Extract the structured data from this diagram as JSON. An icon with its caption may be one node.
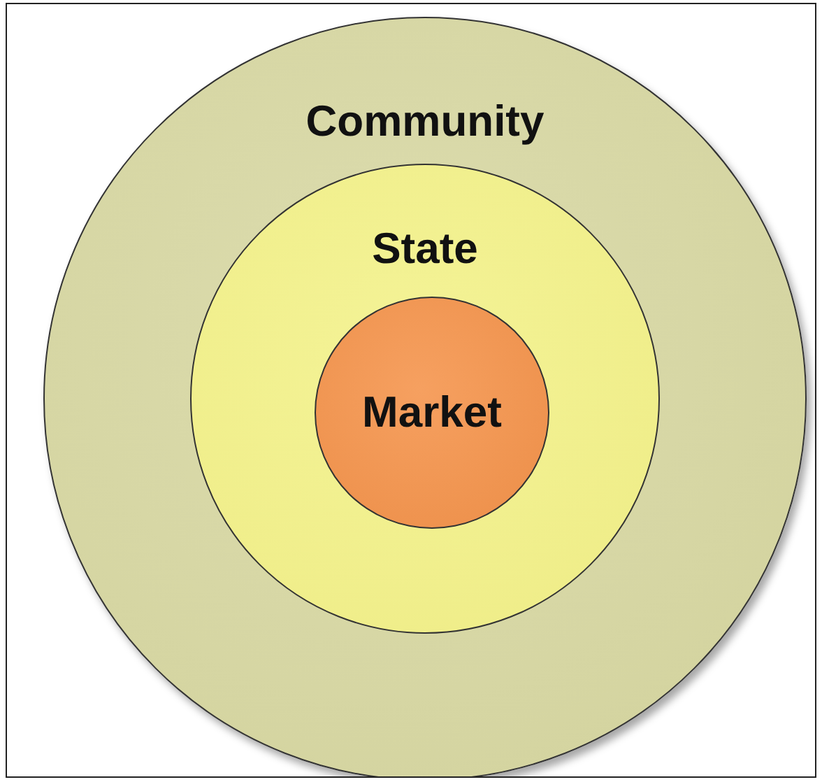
{
  "diagram": {
    "nodes": [
      {
        "text": [
          "Community"
        ]
      },
      {
        "text": [
          "State"
        ],
        "in": 0
      },
      {
        "text": [
          "Market"
        ],
        "in": 1
      }
    ]
  }
}
